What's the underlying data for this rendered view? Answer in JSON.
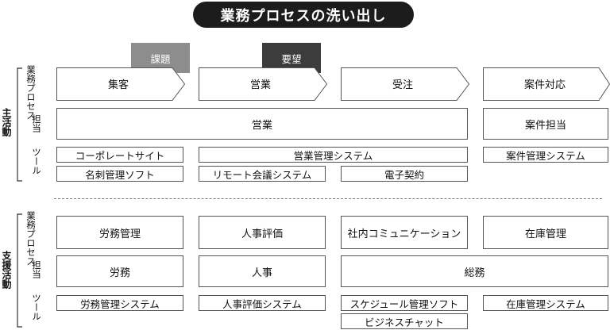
{
  "title": "業務プロセスの洗い出し",
  "sections": {
    "main": "主活動",
    "support": "支援活動"
  },
  "row_labels": {
    "process": "業務プロセス",
    "owner": "担当",
    "tool": "ツール"
  },
  "callouts": {
    "issue": "課題",
    "request": "要望"
  },
  "main": {
    "process": [
      "集客",
      "営業",
      "受注",
      "案件対応"
    ],
    "owner": [
      "営業",
      "案件担当"
    ],
    "tools": [
      "コーポレートサイト",
      "営業管理システム",
      "案件管理システム",
      "名刺管理ソフト",
      "リモート会議システム",
      "電子契約"
    ]
  },
  "support": {
    "process": [
      "労務管理",
      "人事評価",
      "社内コミュニケーション",
      "在庫管理"
    ],
    "owner": [
      "労務",
      "人事",
      "総務"
    ],
    "tools": [
      "労務管理システム",
      "人事評価システム",
      "スケジュール管理ソフト",
      "在庫管理システム",
      "ビジネスチャット"
    ]
  }
}
